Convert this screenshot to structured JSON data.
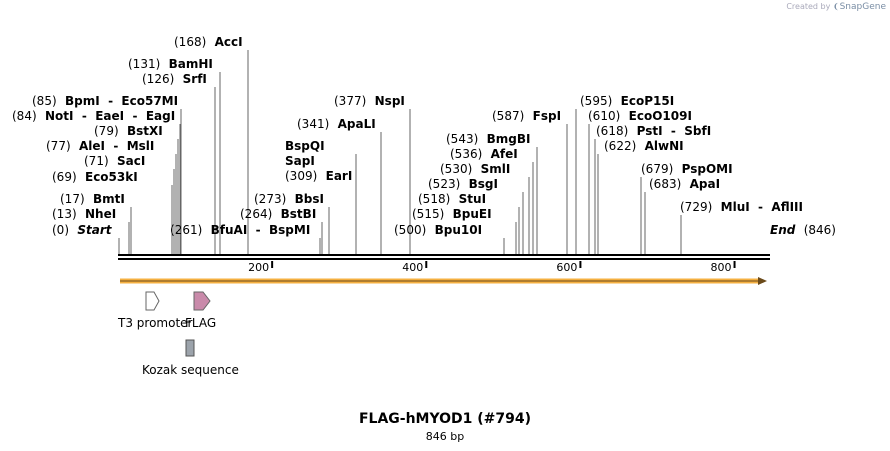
{
  "brand": {
    "prefix": "Created by",
    "name": "SnapGene"
  },
  "title": "FLAG-hMYOD1 (#794)",
  "subtitle": "846 bp",
  "ruler": {
    "length": 846,
    "ticks": [
      "200",
      "400",
      "600",
      "800"
    ]
  },
  "sites": [
    {
      "pos": "(0)",
      "names": [
        "Start"
      ],
      "italic": true,
      "bp": 0
    },
    {
      "pos": "(13)",
      "names": [
        "NheI"
      ],
      "bp": 13
    },
    {
      "pos": "(17)",
      "names": [
        "BmtI"
      ],
      "bp": 17
    },
    {
      "pos": "(69)",
      "names": [
        "Eco53kI"
      ],
      "bp": 69
    },
    {
      "pos": "(71)",
      "names": [
        "SacI"
      ],
      "bp": 71
    },
    {
      "pos": "(77)",
      "names": [
        "AleI",
        "MslI"
      ],
      "bp": 77
    },
    {
      "pos": "(79)",
      "names": [
        "BstXI"
      ],
      "bp": 79
    },
    {
      "pos": "(84)",
      "names": [
        "NotI",
        "EaeI",
        "EagI"
      ],
      "bp": 84
    },
    {
      "pos": "(85)",
      "names": [
        "BpmI",
        "Eco57MI"
      ],
      "bp": 85
    },
    {
      "pos": "(126)",
      "names": [
        "SrfI"
      ],
      "bp": 126
    },
    {
      "pos": "(131)",
      "names": [
        "BamHI"
      ],
      "bp": 131
    },
    {
      "pos": "(168)",
      "names": [
        "AccI"
      ],
      "bp": 168
    },
    {
      "pos": "(261)",
      "names": [
        "BfuAI",
        "BspMI"
      ],
      "bp": 261
    },
    {
      "pos": "(264)",
      "names": [
        "BstBI"
      ],
      "bp": 264
    },
    {
      "pos": "(273)",
      "names": [
        "BbsI"
      ],
      "bp": 273
    },
    {
      "pos": "(309)",
      "names": [
        "EarI"
      ],
      "bp": 309
    },
    {
      "pos": "",
      "names": [
        "SapI"
      ],
      "bp": 309
    },
    {
      "pos": "",
      "names": [
        "BspQI"
      ],
      "bp": 309
    },
    {
      "pos": "(341)",
      "names": [
        "ApaLI"
      ],
      "bp": 341
    },
    {
      "pos": "(377)",
      "names": [
        "NspI"
      ],
      "bp": 377
    },
    {
      "pos": "(500)",
      "names": [
        "Bpu10I"
      ],
      "bp": 500
    },
    {
      "pos": "(515)",
      "names": [
        "BpuEI"
      ],
      "bp": 515
    },
    {
      "pos": "(518)",
      "names": [
        "StuI"
      ],
      "bp": 518
    },
    {
      "pos": "(523)",
      "names": [
        "BsgI"
      ],
      "bp": 523
    },
    {
      "pos": "(530)",
      "names": [
        "SmlI"
      ],
      "bp": 530
    },
    {
      "pos": "(536)",
      "names": [
        "AfeI"
      ],
      "bp": 536
    },
    {
      "pos": "(543)",
      "names": [
        "BmgBI"
      ],
      "bp": 543
    },
    {
      "pos": "(587)",
      "names": [
        "FspI"
      ],
      "bp": 587
    },
    {
      "pos": "(595)",
      "names": [
        "EcoP15I"
      ],
      "bp": 595
    },
    {
      "pos": "(610)",
      "names": [
        "EcoO109I"
      ],
      "bp": 610
    },
    {
      "pos": "(618)",
      "names": [
        "PstI",
        "SbfI"
      ],
      "bp": 618
    },
    {
      "pos": "(622)",
      "names": [
        "AlwNI"
      ],
      "bp": 622
    },
    {
      "pos": "(679)",
      "names": [
        "PspOMI"
      ],
      "bp": 679
    },
    {
      "pos": "(683)",
      "names": [
        "ApaI"
      ],
      "bp": 683
    },
    {
      "pos": "(729)",
      "names": [
        "MluI",
        "AflIII"
      ],
      "bp": 729
    },
    {
      "pos": "(846)",
      "names": [
        "End"
      ],
      "italic": true,
      "bp": 846
    }
  ],
  "features": [
    {
      "name": "T3 promoter",
      "color": "#ffffff"
    },
    {
      "name": "FLAG",
      "color": "#c98aaa"
    },
    {
      "name": "Kozak sequence",
      "color": "#9ca3ab"
    }
  ],
  "orf_color": "#f5b041"
}
